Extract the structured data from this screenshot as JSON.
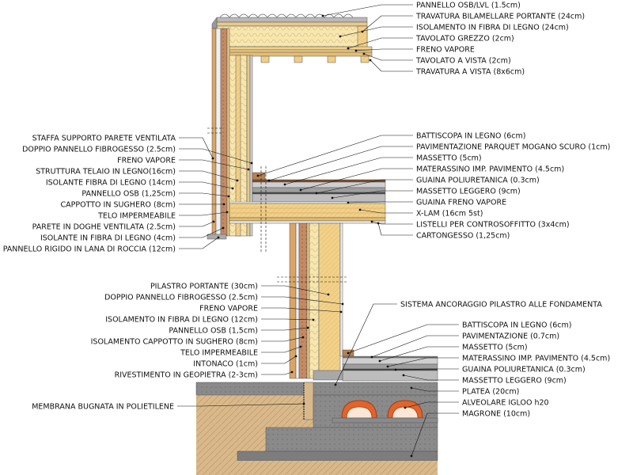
{
  "diagram": {
    "colors": {
      "timber": "#f1d089",
      "insulation": "#f7e6b0",
      "cork": "#c58a62",
      "concrete": "#8a8a8a",
      "soil": "#d9b98b",
      "igloo": "#e0642b",
      "screed": "#cfcfcf",
      "leader": "#111111"
    },
    "roof_labels": [
      "PANNELLO OSB/LVL (1.5cm)",
      "TRAVATURA BILAMELLARE PORTANTE (24cm)",
      "ISOLAMENTO IN FIBRA DI LEGNO (24cm)",
      "TAVOLATO GREZZO (2cm)",
      "FRENO VAPORE",
      "TAVOLATO A VISTA (2cm)",
      "TRAVATURA A VISTA (8x6cm)"
    ],
    "upper_wall_labels": [
      "STAFFA SUPPORTO PARETE VENTILATA",
      "DOPPIO PANNELLO FIBROGESSO (2.5cm)",
      "FRENO VAPORE",
      "STRUTTURA TELAIO IN LEGNO(16cm)",
      "ISOLANTE FIBRA DI LEGNO (14cm)",
      "PANNELLO OSB (1,25cm)",
      "CAPPOTTO IN SUGHERO (8cm)",
      "TELO IMPERMEABILE",
      "PARETE IN DOGHE VENTILATA (2.5cm)",
      "ISOLANTE IN FIBRA DI LEGNO (4cm)",
      "PANNELLO RIGIDO IN LANA DI ROCCIA (12cm)"
    ],
    "intermediate_floor_labels": [
      "BATTISCOPA IN LEGNO (6cm)",
      "PAVIMENTAZIONE PARQUET MOGANO SCURO (1cm)",
      "MASSETTO  (5cm)",
      "MATERASSINO IMP. PAVIMENTO (4.5cm)",
      "GUAINA POLIURETANICA (0.3cm)",
      "MASSETTO LEGGERO (9cm)",
      "GUAINA FRENO VAPORE",
      "X-LAM (16cm 5st)",
      "LISTELLI PER CONTROSOFFITTO (3x4cm)",
      "CARTONGESSO (1,25cm)"
    ],
    "lower_wall_labels": [
      "PILASTRO PORTANTE (30cm)",
      "DOPPIO PANNELLO FIBROGESSO (2.5cm)",
      "FRENO VAPORE",
      "ISOLAMENTO IN FIBRA DI LEGNO (12cm)",
      "PANNELLO OSB (1,5cm)",
      "ISOLAMENTO CAPPOTTO IN SUGHERO  (8cm)",
      "TELO IMPERMEABILE",
      "INTONACO (1cm)",
      "RIVESTIMENTO IN GEOPIETRA (2-3cm)"
    ],
    "membrane_label": "MEMBRANA BUGNATA IN POLIETILENE",
    "anchor_label": "SISTEMA ANCORAGGIO PILASTRO ALLE FONDAMENTA",
    "ground_floor_labels": [
      "BATTISCOPA IN LEGNO (6cm)",
      "PAVIMENTAZIONE (0.7cm)",
      "MASSETTO  (5cm)",
      "MATERASSINO IMP. PAVIMENTO (4.5cm)",
      "GUAINA POLIURETANICA (0.3cm)",
      "MASSETTO LEGGERO (9cm)",
      "PLATEA (20cm)",
      "ALVEOLARE IGLOO h20",
      "MAGRONE (10cm)"
    ]
  }
}
